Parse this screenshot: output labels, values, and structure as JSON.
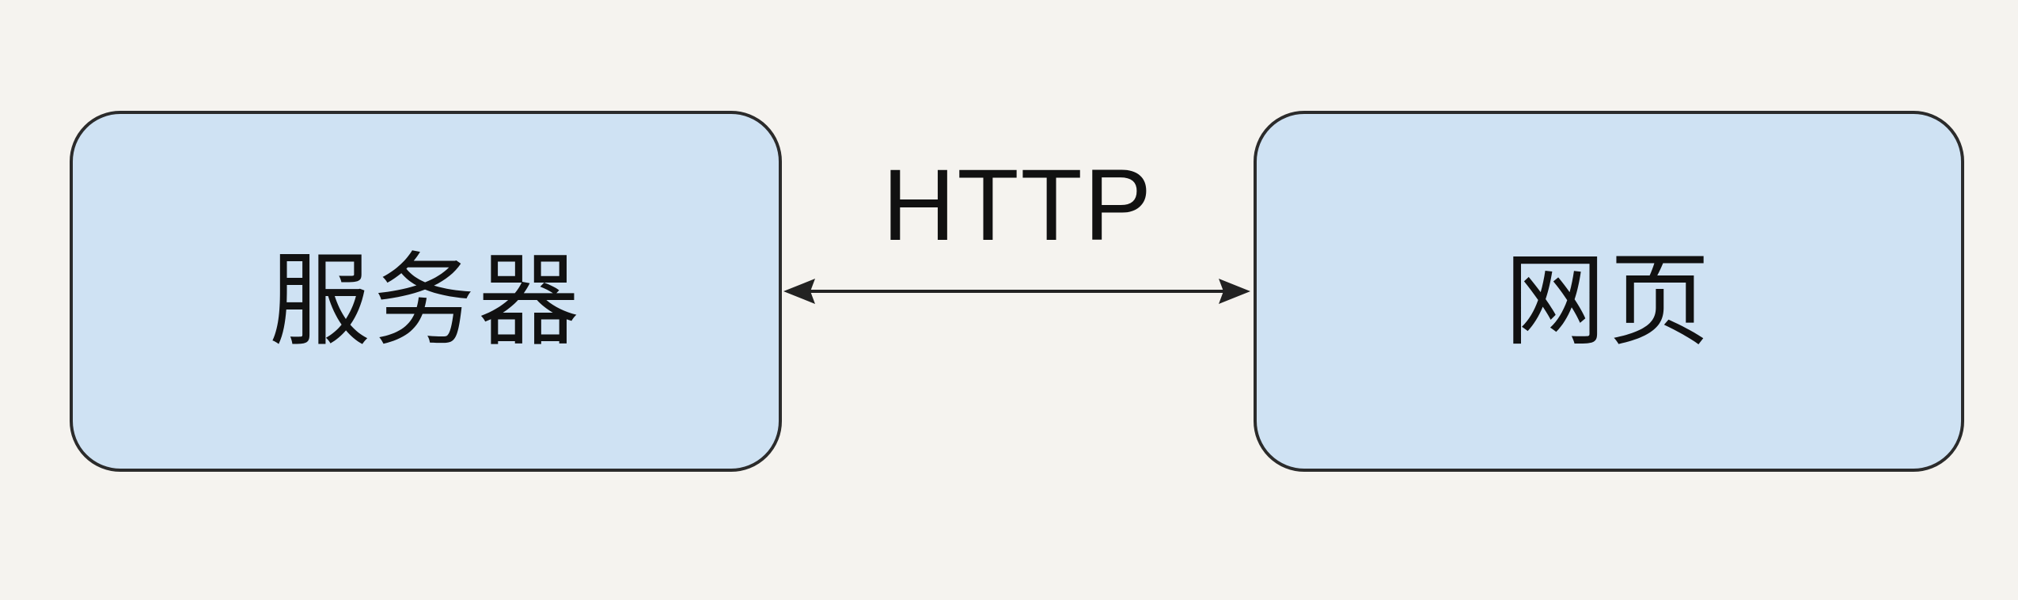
{
  "diagram": {
    "nodes": {
      "server": {
        "label": "服务器"
      },
      "webpage": {
        "label": "网页"
      }
    },
    "edge": {
      "label": "HTTP",
      "direction": "bidirectional"
    },
    "colors": {
      "background": "#f5f3ef",
      "node_fill": "#cfe2f3",
      "node_border": "#2b2b2b",
      "arrow": "#222222",
      "text": "#111111"
    }
  }
}
